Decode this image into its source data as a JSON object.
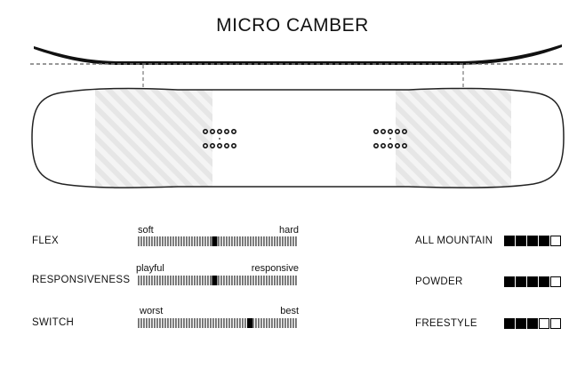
{
  "title": "MICRO CAMBER",
  "colors": {
    "ink": "#111111",
    "stripe": "#e6e6e6",
    "outline": "#222222"
  },
  "specs": [
    {
      "label": "FLEX",
      "left": "soft",
      "right": "hard",
      "value": 0.48
    },
    {
      "label": "RESPONSIVENESS",
      "left": "playful",
      "right": "responsive",
      "value": 0.48
    },
    {
      "label": "SWITCH",
      "left": "worst",
      "right": "best",
      "value": 0.7
    }
  ],
  "ratings": [
    {
      "label": "ALL MOUNTAIN",
      "filled": 4,
      "total": 5
    },
    {
      "label": "POWDER",
      "filled": 4,
      "total": 5
    },
    {
      "label": "FREESTYLE",
      "filled": 3,
      "total": 5
    }
  ]
}
